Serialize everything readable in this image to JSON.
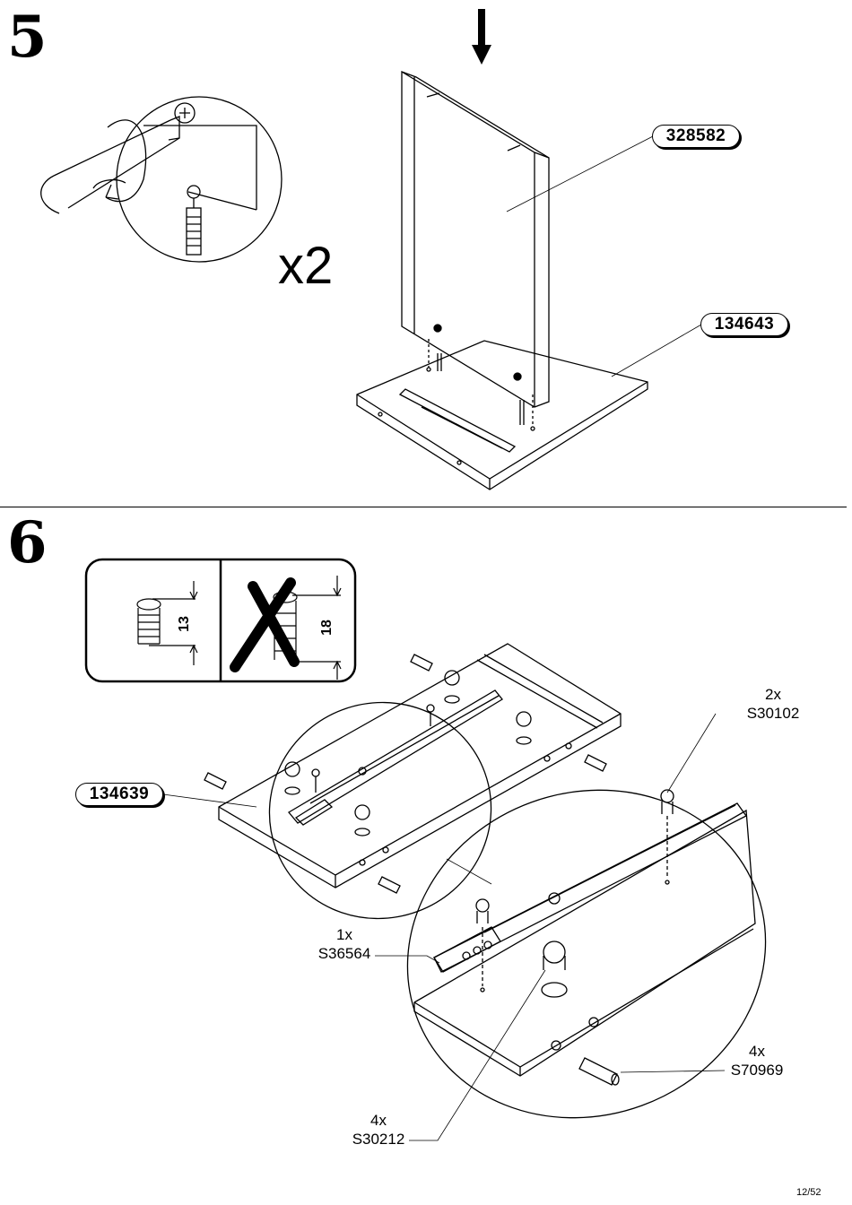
{
  "step5": {
    "number": "5",
    "quantity": "x2",
    "parts": {
      "panel": "328582",
      "base": "134643"
    }
  },
  "step6": {
    "number": "6",
    "screw_ok_length": "13",
    "screw_wrong_length": "18",
    "parts": {
      "board": "134639"
    },
    "hardware": {
      "screw": {
        "qty": "2x",
        "code": "S30102"
      },
      "slide": {
        "qty": "1x",
        "code": "S36564"
      },
      "dowel": {
        "qty": "4x",
        "code": "S70969"
      },
      "cam": {
        "qty": "4x",
        "code": "S30212"
      }
    }
  },
  "footer": {
    "page": "12/52"
  }
}
